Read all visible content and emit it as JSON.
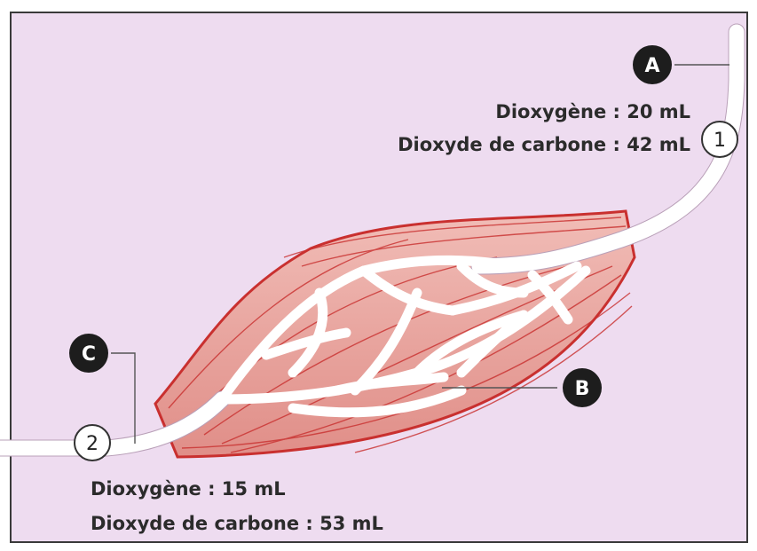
{
  "markers": {
    "a": "A",
    "b": "B",
    "c": "C"
  },
  "points": {
    "p1": "1",
    "p2": "2"
  },
  "point1": {
    "oxygen": "Dioxygène : 20 mL",
    "co2": "Dioxyde de carbone : 42 mL"
  },
  "point2": {
    "oxygen": "Dioxygène : 15 mL",
    "co2": "Dioxyde de carbone : 53 mL"
  },
  "colors": {
    "background": "#eedcf0",
    "muscle_fill": "#e79e98",
    "muscle_stroke": "#c9302f",
    "vessel": "#ffffff",
    "badge": "#1d1d1d"
  }
}
